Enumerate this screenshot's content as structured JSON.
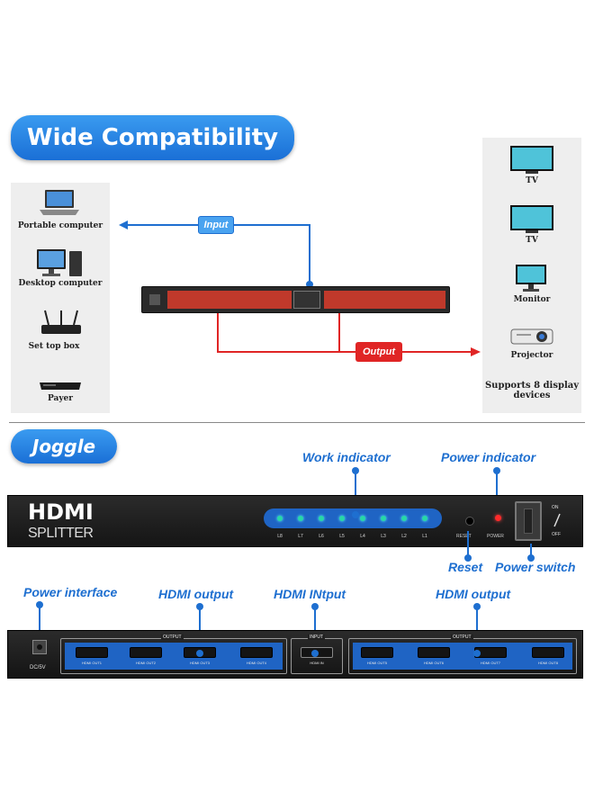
{
  "wide": {
    "title": "Wide Compatibility",
    "input_label": "Input",
    "output_label": "Output",
    "sources": [
      {
        "label": "Portable computer",
        "icon": "laptop-icon"
      },
      {
        "label": "Desktop computer",
        "icon": "desktop-icon"
      },
      {
        "label": "Set top box",
        "icon": "router-icon"
      },
      {
        "label": "Payer",
        "icon": "player-icon"
      }
    ],
    "displays": [
      {
        "label": "TV",
        "icon": "tv-icon"
      },
      {
        "label": "TV",
        "icon": "tv-icon"
      },
      {
        "label": "Monitor",
        "icon": "monitor-icon"
      },
      {
        "label": "Projector",
        "icon": "projector-icon"
      }
    ],
    "supports": "Supports 8 display devices"
  },
  "joggle": {
    "title": "Joggle",
    "front": {
      "brand": "HDMI",
      "model": "SPLITTER",
      "led_labels": [
        "L8",
        "L7",
        "L6",
        "L5",
        "L4",
        "L3",
        "L2",
        "L1"
      ],
      "reset_small": "RESET",
      "power_small": "POWER",
      "on": "ON",
      "off": "OFF"
    },
    "callouts": {
      "work_indicator": "Work indicator",
      "power_indicator": "Power indicator",
      "reset": "Reset",
      "power_switch": "Power switch",
      "power_interface": "Power interface",
      "hdmi_output_left": "HDMI output",
      "hdmi_input": "HDMI INtput",
      "hdmi_output_right": "HDMI output"
    },
    "rear": {
      "dc": "DC/5V",
      "output_group": "OUTPUT",
      "input_group": "INPUT",
      "in_label": "HDMI IN",
      "out_left": [
        "HDMI OUT1",
        "HDMI OUT2",
        "HDMI OUT3",
        "HDMI OUT4"
      ],
      "out_right": [
        "HDMI OUT5",
        "HDMI OUT6",
        "HDMI OUT7",
        "HDMI OUT8"
      ]
    }
  },
  "colors": {
    "accent": "#1e6fd0",
    "output_red": "#e02525",
    "led": "#27d8a6"
  }
}
